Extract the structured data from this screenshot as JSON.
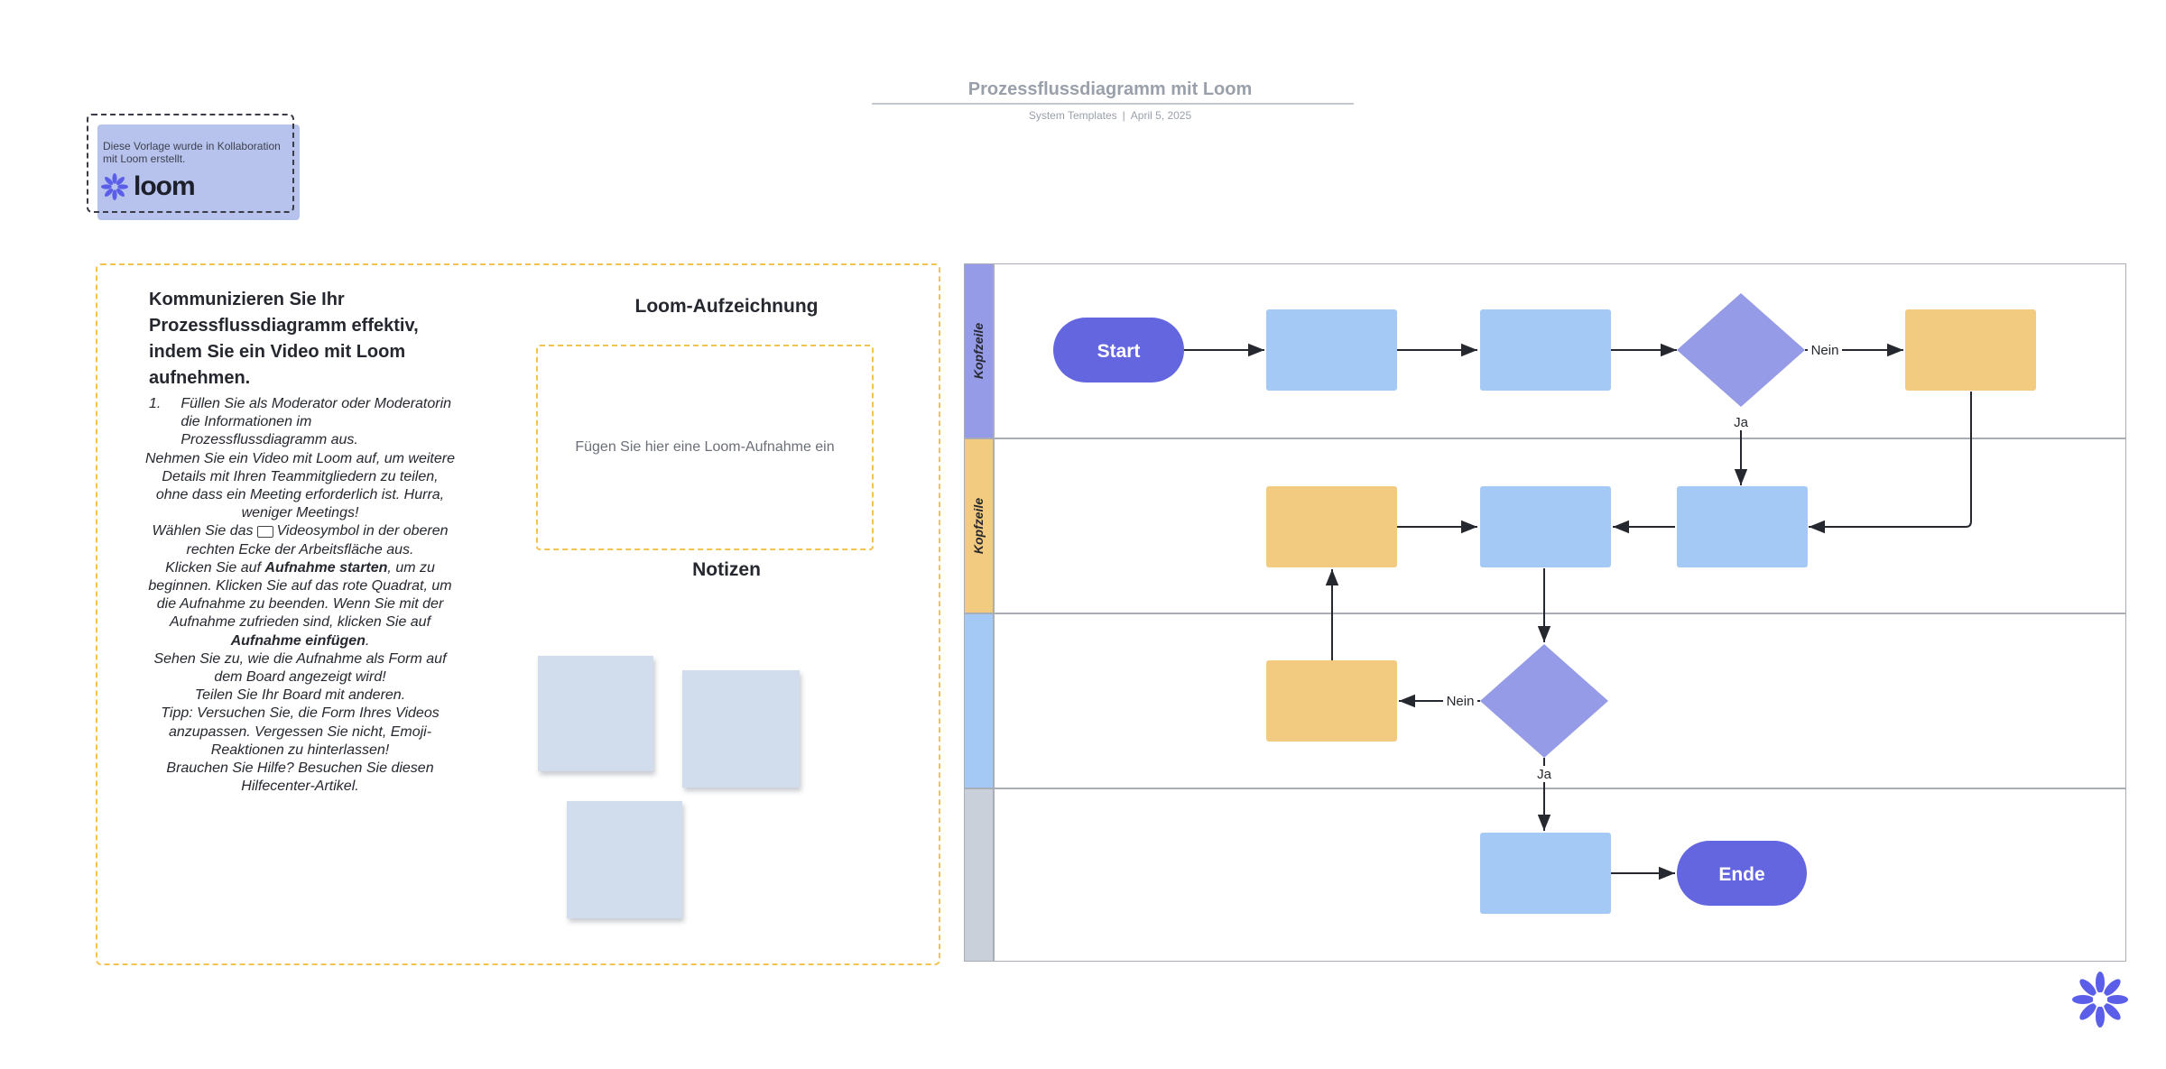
{
  "header": {
    "title": "Prozessflussdiagramm mit Loom",
    "source": "System Templates",
    "date": "April 5, 2025"
  },
  "loom_badge": {
    "note": "Diese Vorlage wurde in Kollaboration mit Loom erstellt.",
    "wordmark": "loom"
  },
  "instructions": {
    "heading": "Kommunizieren Sie Ihr Prozessflussdiagramm effektiv, indem Sie ein Video mit Loom aufnehmen.",
    "step_number": "1.",
    "step_1": "Füllen Sie als Moderator oder Moderatorin die Informationen im Prozessflussdiagramm aus.",
    "para_2": "Nehmen Sie ein Video mit Loom auf, um weitere Details mit Ihren Teammitgliedern zu teilen, ohne dass ein Meeting erforderlich ist. Hurra, weniger Meetings!",
    "para_3a": "Wählen Sie das",
    "para_3b": "Videosymbol in der oberen rechten Ecke der Arbeitsfläche aus.",
    "para_4a": "Klicken Sie auf",
    "para_4_bold": "Aufnahme starten",
    "para_4b": ", um zu beginnen. Klicken Sie auf das rote Quadrat, um die Aufnahme zu beenden. Wenn Sie mit der Aufnahme zufrieden sind, klicken Sie auf",
    "para_4_bold2": "Aufnahme einfügen",
    "para_4c": ".",
    "para_5": "Sehen Sie zu, wie die Aufnahme als Form auf dem Board angezeigt wird!",
    "para_6": "Teilen Sie Ihr Board mit anderen.",
    "para_7": "Tipp: Versuchen Sie, die Form Ihres Videos anzupassen. Vergessen Sie nicht, Emoji-Reaktionen zu hinterlassen!",
    "para_8": "Brauchen Sie Hilfe? Besuchen Sie diesen Hilfecenter-Artikel."
  },
  "recording": {
    "title": "Loom-Aufzeichnung",
    "placeholder": "Fügen Sie hier eine Loom-Aufnahme ein"
  },
  "notes": {
    "title": "Notizen"
  },
  "swimlanes": {
    "lanes": [
      {
        "label": "Kopfzeile",
        "color": "#959be6"
      },
      {
        "label": "Kopfzeile",
        "color": "#f2cb80"
      },
      {
        "label": "",
        "color": "#a3c9f4"
      },
      {
        "label": "",
        "color": "#c9d0da"
      }
    ]
  },
  "flow": {
    "start_label": "Start",
    "end_label": "Ende",
    "yes_label": "Ja",
    "no_label": "Nein"
  },
  "colors": {
    "terminal": "#6466e0",
    "process_blue": "#a3c9f4",
    "process_orange": "#f2cb80",
    "decision": "#959be6",
    "frame_dashed": "#f4c34f",
    "sticky": "#d1dded"
  }
}
